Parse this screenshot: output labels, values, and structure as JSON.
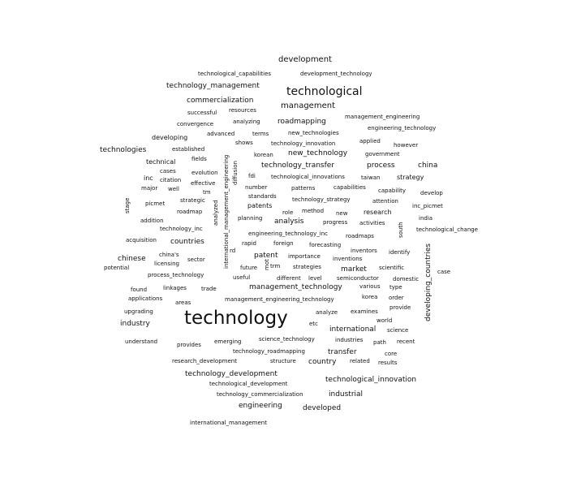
{
  "wordcloud": {
    "words": [
      "development",
      "technological_capabilities",
      "development_technology",
      "technology_management",
      "technological",
      "commercialization",
      "management",
      "successful",
      "resources",
      "management_engineering",
      "convergence",
      "analyzing",
      "roadmapping",
      "engineering_technology",
      "advanced",
      "terms",
      "new_technologies",
      "developing",
      "shows",
      "technology_innovation",
      "applied",
      "however",
      "technologies",
      "established",
      "korean",
      "new_technology",
      "government",
      "technical",
      "fields",
      "technology_transfer",
      "process",
      "china",
      "cases",
      "evolution",
      "fdi",
      "technological_innovations",
      "taiwan",
      "strategy",
      "inc",
      "citation",
      "effective",
      "number",
      "patterns",
      "capabilities",
      "capability",
      "develop",
      "major",
      "well",
      "tm",
      "standards",
      "technology_strategy",
      "attention",
      "picmet",
      "strategic",
      "patents",
      "research",
      "inc_picmet",
      "stage",
      "roadmap",
      "role",
      "method",
      "new",
      "india",
      "addition",
      "planning",
      "analysis",
      "progress",
      "activities",
      "technology_inc",
      "south",
      "technological_change",
      "acquisition",
      "countries",
      "engineering_technology_inc",
      "roadmaps",
      "rapid",
      "foreign",
      "forecasting",
      "rd",
      "patent",
      "inventors",
      "identify",
      "chinese",
      "china's",
      "sector",
      "importance",
      "inventions",
      "licensing",
      "future",
      "trm",
      "strategies",
      "market",
      "scientific",
      "potential",
      "case",
      "process_technology",
      "useful",
      "different",
      "level",
      "semiconductor",
      "domestic",
      "management_technology",
      "various",
      "type",
      "found",
      "linkages",
      "trade",
      "korea",
      "order",
      "applications",
      "areas",
      "management_engineering_technology",
      "provide",
      "upgrading",
      "technology",
      "analyze",
      "examines",
      "world",
      "industry",
      "etc",
      "international",
      "science",
      "understand",
      "provides",
      "emerging",
      "science_technology",
      "industries",
      "path",
      "recent",
      "technology_roadmapping",
      "transfer",
      "core",
      "research_development",
      "structure",
      "country",
      "related",
      "results",
      "technology_development",
      "technological_development",
      "technological_innovation",
      "industrial",
      "technology_commercialization",
      "engineering",
      "developed",
      "international_management",
      "international_management_engineering",
      "analyzed",
      "diffusion",
      "mot",
      "developing_countries"
    ]
  }
}
